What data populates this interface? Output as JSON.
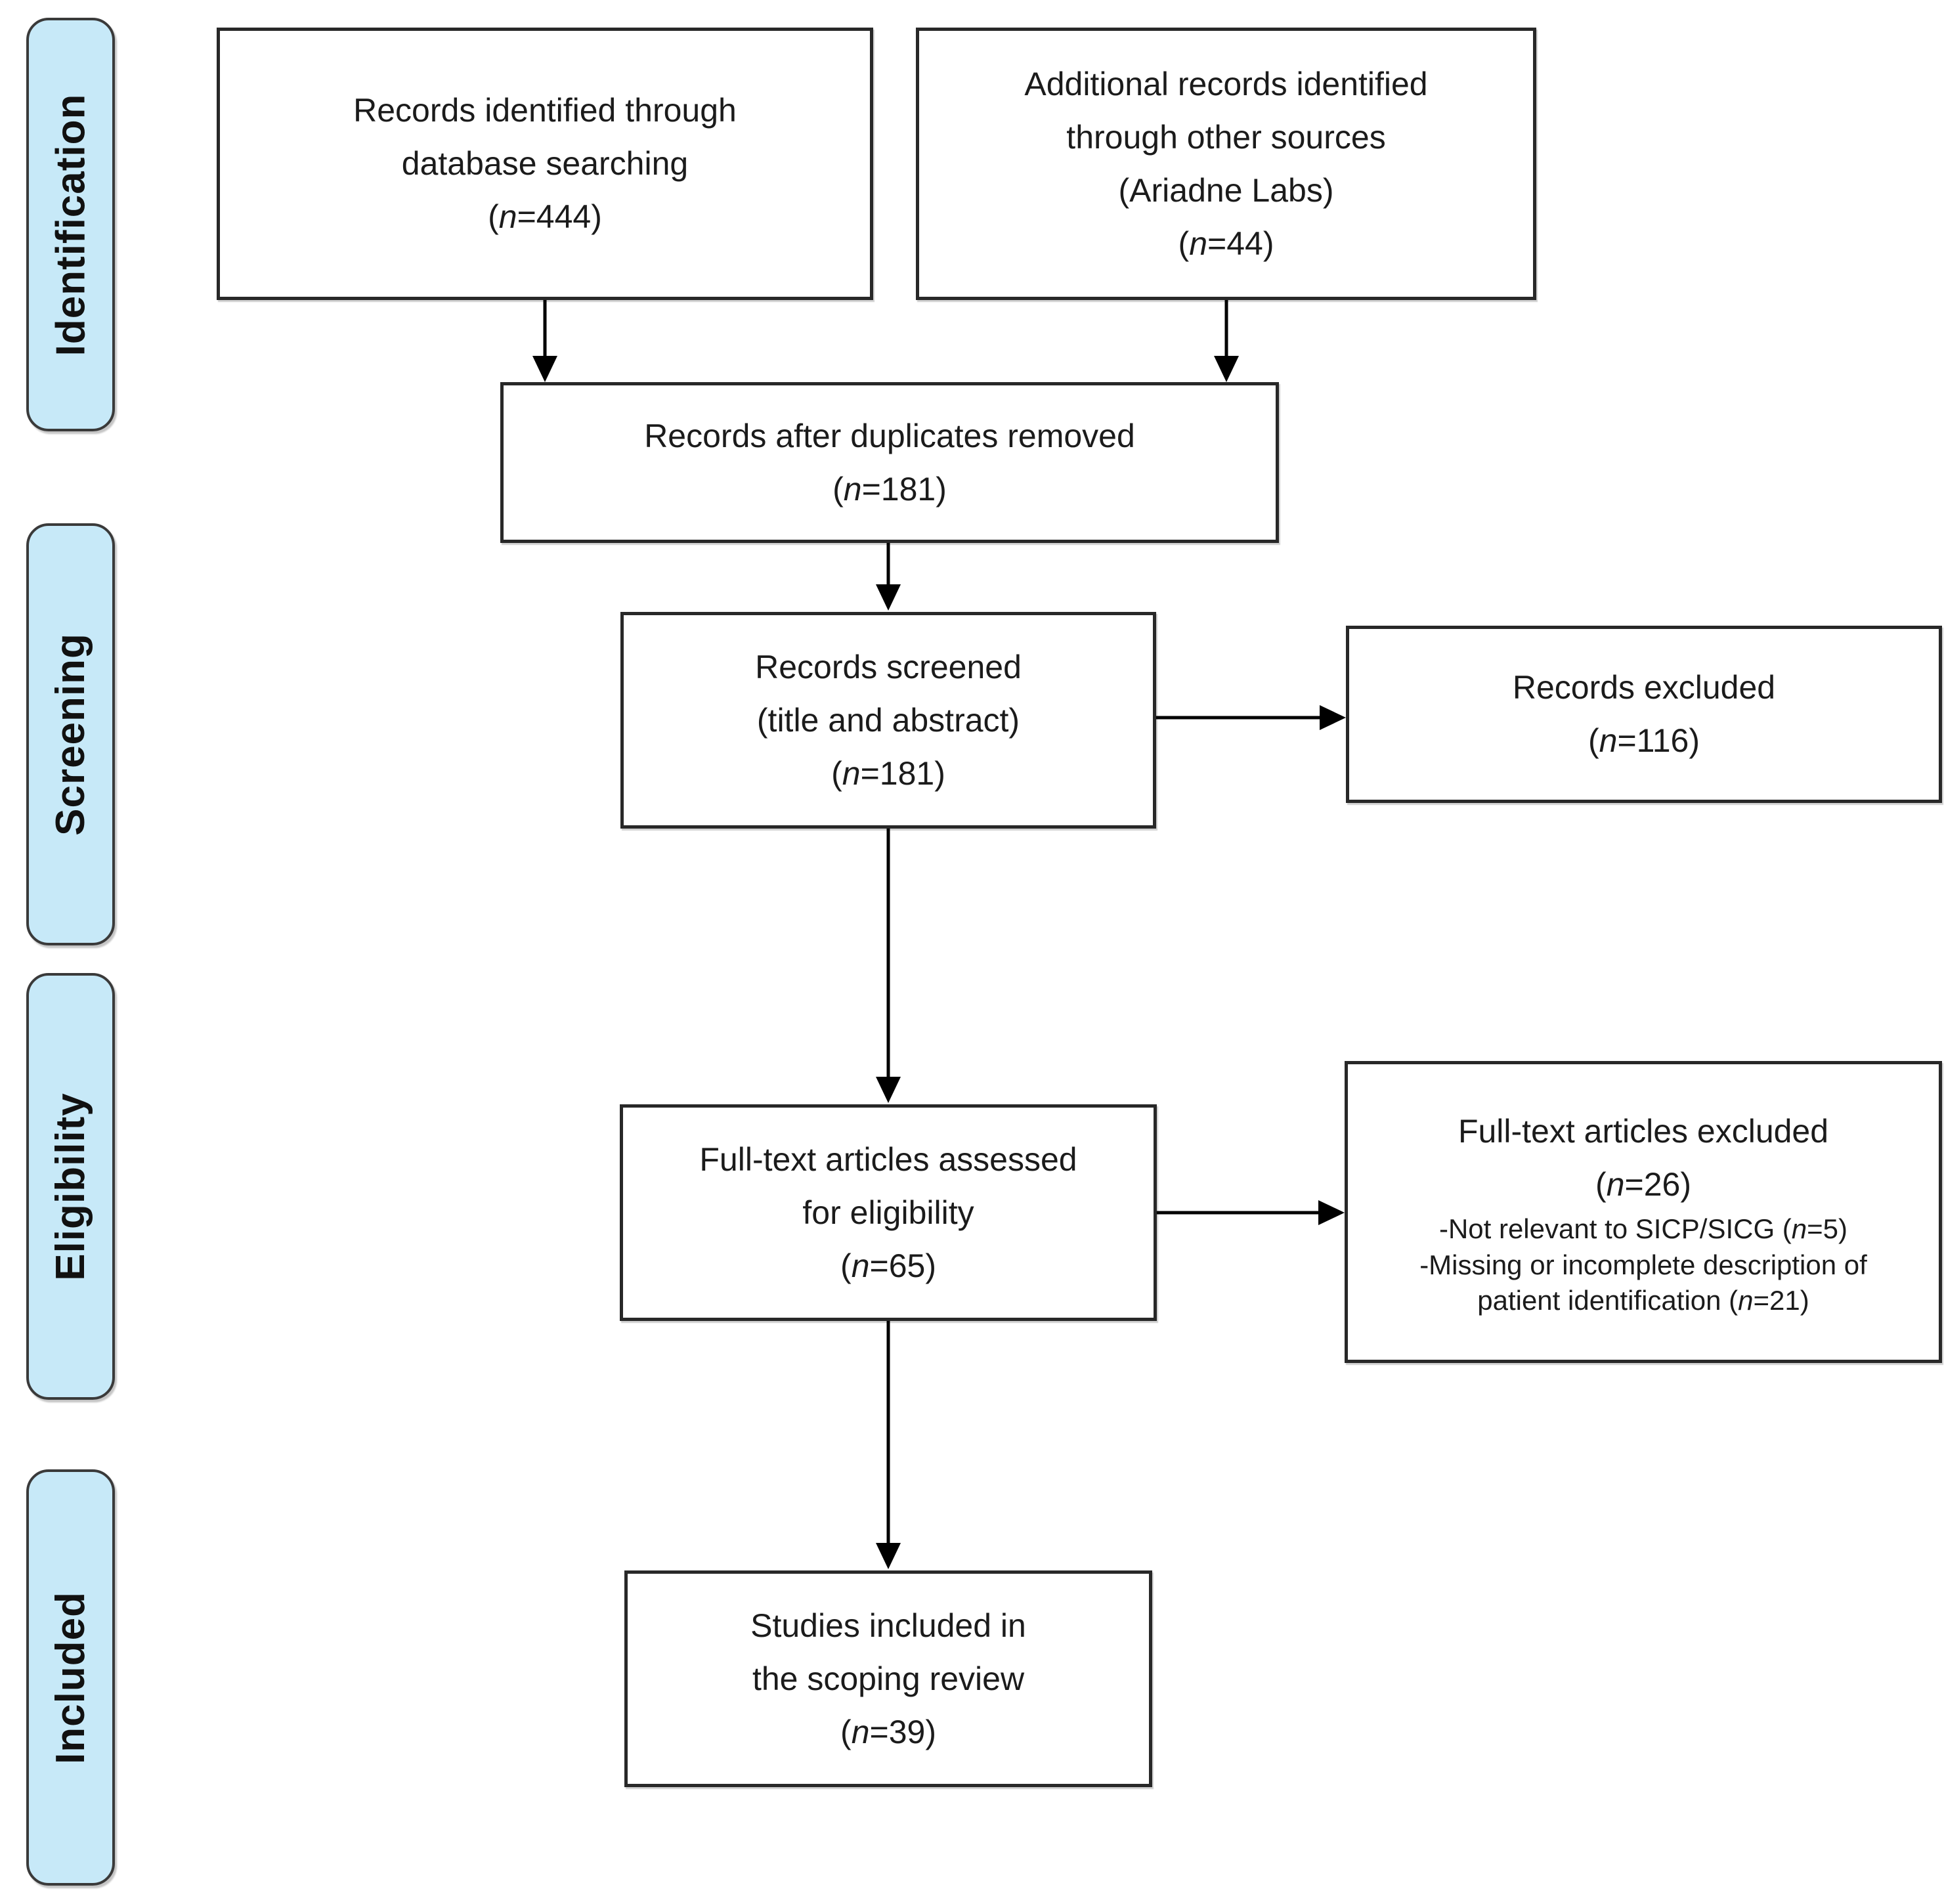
{
  "diagram": {
    "type": "prisma-flow",
    "background": "#ffffff",
    "colors": {
      "stage_fill": "#c7e9f8",
      "stage_border": "#3a3a3a",
      "box_border": "#282828",
      "text": "#1b1b1b",
      "arrow": "#000000"
    },
    "stages": [
      {
        "label": "Identification"
      },
      {
        "label": "Screening"
      },
      {
        "label": "Eligibility"
      },
      {
        "label": "Included"
      }
    ],
    "boxes": {
      "records_identified": {
        "lines": [
          "Records identified through",
          "database searching",
          "(n=444)"
        ]
      },
      "additional_records": {
        "lines": [
          "Additional records identified",
          "through other sources",
          "(Ariadne Labs)",
          "(n=44)"
        ]
      },
      "duplicates_removed": {
        "lines": [
          "Records after duplicates removed",
          "(n=181)"
        ]
      },
      "records_screened": {
        "lines": [
          "Records screened",
          "(title and abstract)",
          "(n=181)"
        ]
      },
      "records_excluded": {
        "lines": [
          "Records excluded",
          "(n=116)"
        ]
      },
      "fulltext_assessed": {
        "lines": [
          "Full-text articles assessed",
          "for eligibility",
          "(n=65)"
        ]
      },
      "fulltext_excluded": {
        "lines": [
          "Full-text articles excluded",
          "(n=26)"
        ],
        "sub_lines": [
          "-Not relevant to SICP/SICG (n=5)",
          "-Missing or incomplete description of",
          "patient identification (n=21)"
        ]
      },
      "studies_included": {
        "lines": [
          "Studies included in",
          "the scoping review",
          "(n=39)"
        ]
      }
    }
  }
}
